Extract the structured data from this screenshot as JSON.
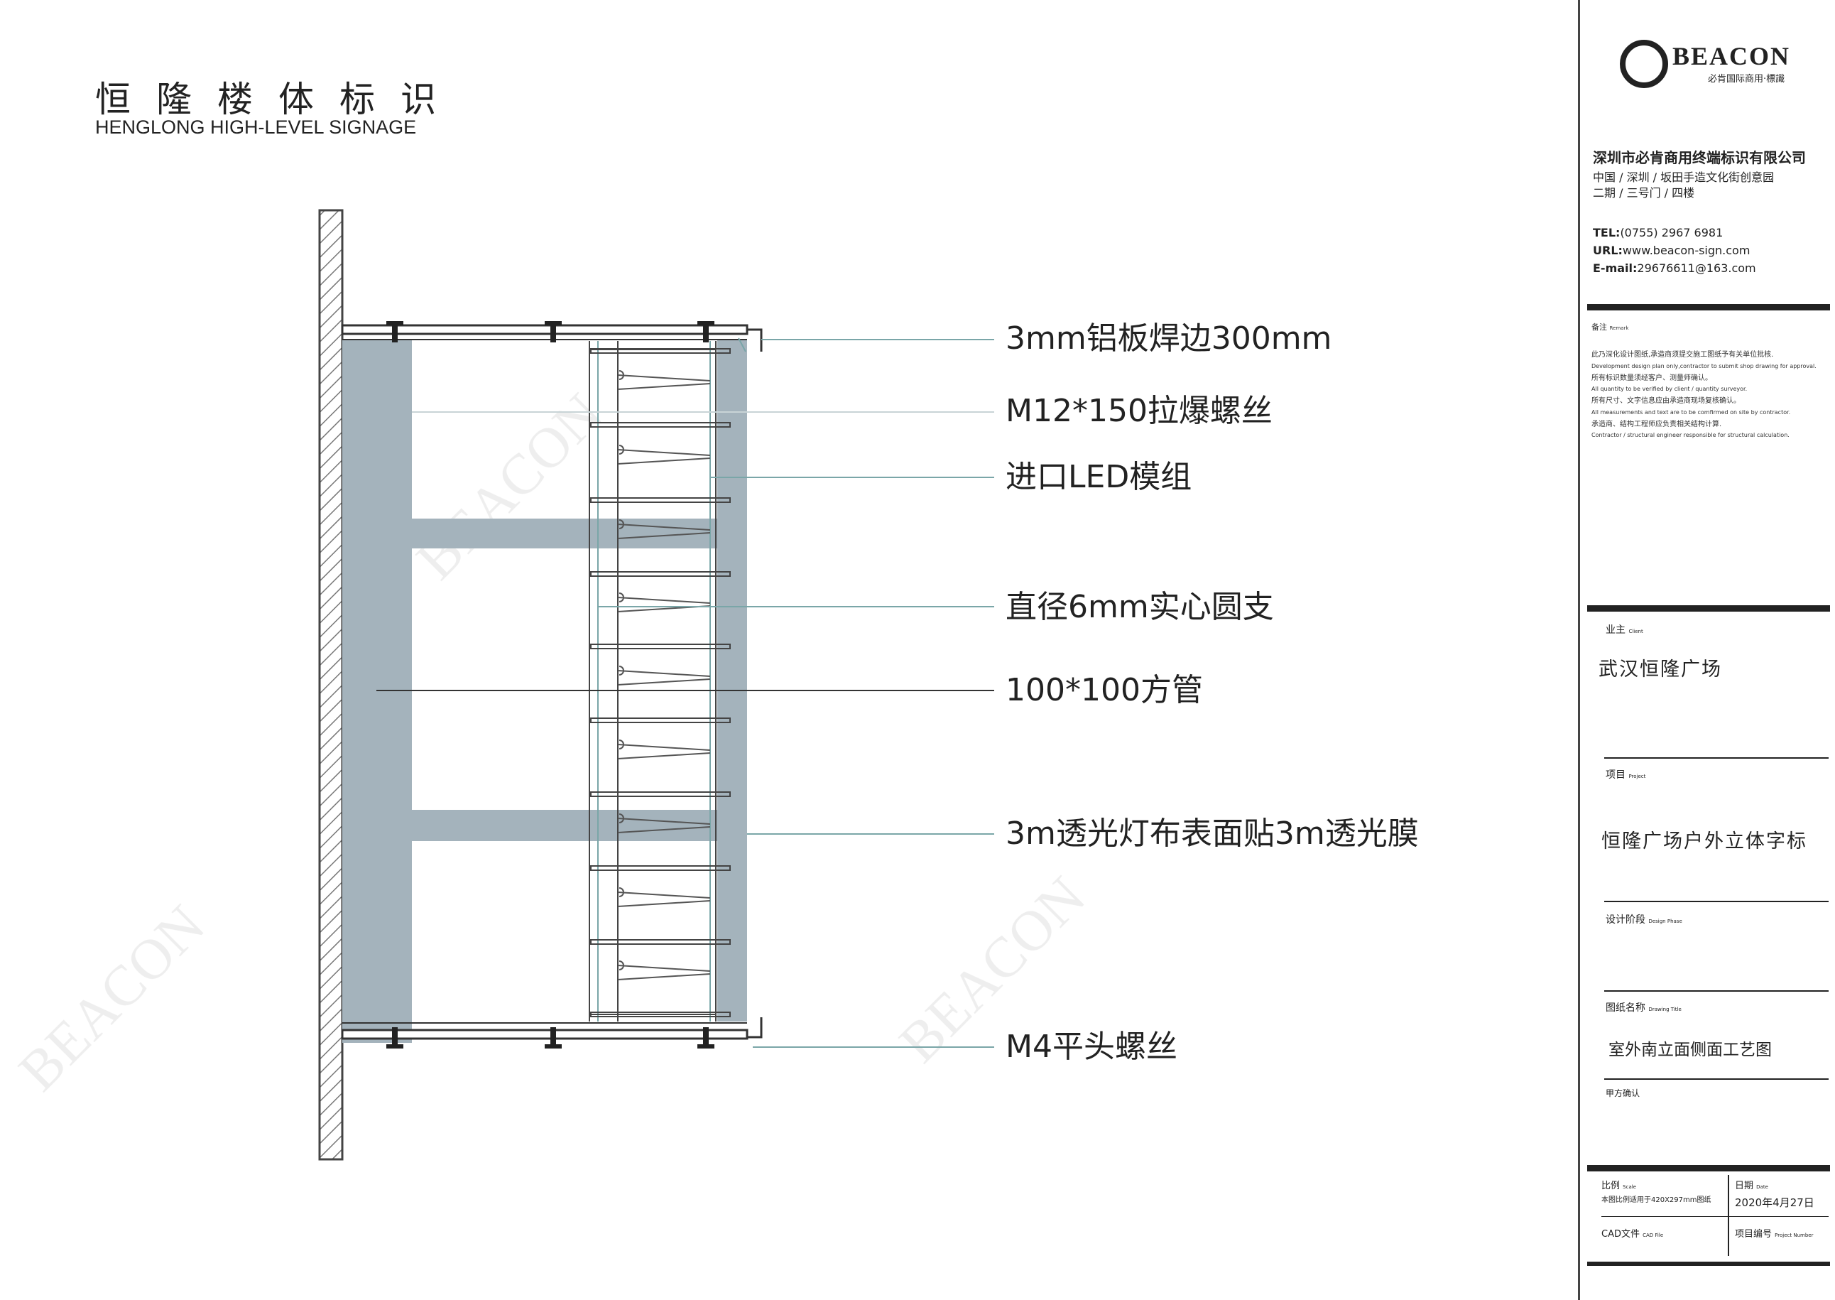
{
  "title": {
    "cn": "恒隆楼体标识",
    "en": "HENGLONG HIGH-LEVEL SIGNAGE"
  },
  "callouts": [
    {
      "id": "aluminum-plate",
      "text": "3mm铝板焊边300mm"
    },
    {
      "id": "expansion-bolt",
      "text": "M12*150拉爆螺丝"
    },
    {
      "id": "led-module",
      "text": "进口LED模组"
    },
    {
      "id": "round-support",
      "text": "直径6mm实心圆支"
    },
    {
      "id": "square-tube",
      "text": "100*100方管"
    },
    {
      "id": "light-cloth",
      "text": "3m透光灯布表面贴3m透光膜"
    },
    {
      "id": "flat-screw",
      "text": "M4平头螺丝"
    }
  ],
  "watermark": "BEACON",
  "titleblock": {
    "brand": "BEACON",
    "brand_sub": "必肯国际商用·標識",
    "company": "深圳市必肯商用终端标识有限公司",
    "address_line1": "中国 / 深圳 / 坂田手造文化街创意园",
    "address_line2": "二期 / 三号门 / 四楼",
    "tel_label": "TEL:",
    "tel": "(0755) 2967 6981",
    "url_label": "URL:",
    "url": "www.beacon-sign.com",
    "email_label": "E-mail:",
    "email": "29676611@163.com",
    "notes_label": "备注",
    "notes_label_en": "Remark",
    "notes": [
      "此乃深化设计图纸,承造商须提交施工图纸予有关单位批核.",
      "Development design plan only,contractor to submit shop drawing for approval.",
      "所有标识数量须经客户、测量师确认。",
      "All quantity to be verified by client / quantity surveyor.",
      "所有尺寸、文字信息应由承造商现场复核确认。",
      "All measurements and text are to be comfirmed on site by contractor.",
      "承造商、结构工程师应负责相关结构计算.",
      "Contractor / structural engineer responsible for structural calculation."
    ],
    "client_label": "业主",
    "client_label_en": "Client",
    "client": "武汉恒隆广场",
    "project_label": "项目",
    "project_label_en": "Project",
    "project": "恒隆广场户外立体字标",
    "phase_label": "设计阶段",
    "phase_label_en": "Design Phase",
    "drawing_title_label": "图纸名称",
    "drawing_title_label_en": "Drawing Title",
    "drawing_title": "室外南立面侧面工艺图",
    "approval_label": "甲方确认",
    "scale_label": "比例",
    "scale_label_en": "Scale",
    "scale_note": "本图比例适用于420X297mm图纸",
    "date_label": "日期",
    "date_label_en": "Date",
    "date": "2020年4月27日",
    "cad_label": "CAD文件",
    "cad_label_en": "CAD File",
    "project_no_label": "项目编号",
    "project_no_label_en": "Project Number"
  },
  "colors": {
    "steel": "#a4b3bc",
    "line": "#333333",
    "leader": "#7aa6a8",
    "wall_hatch": "#888888"
  }
}
